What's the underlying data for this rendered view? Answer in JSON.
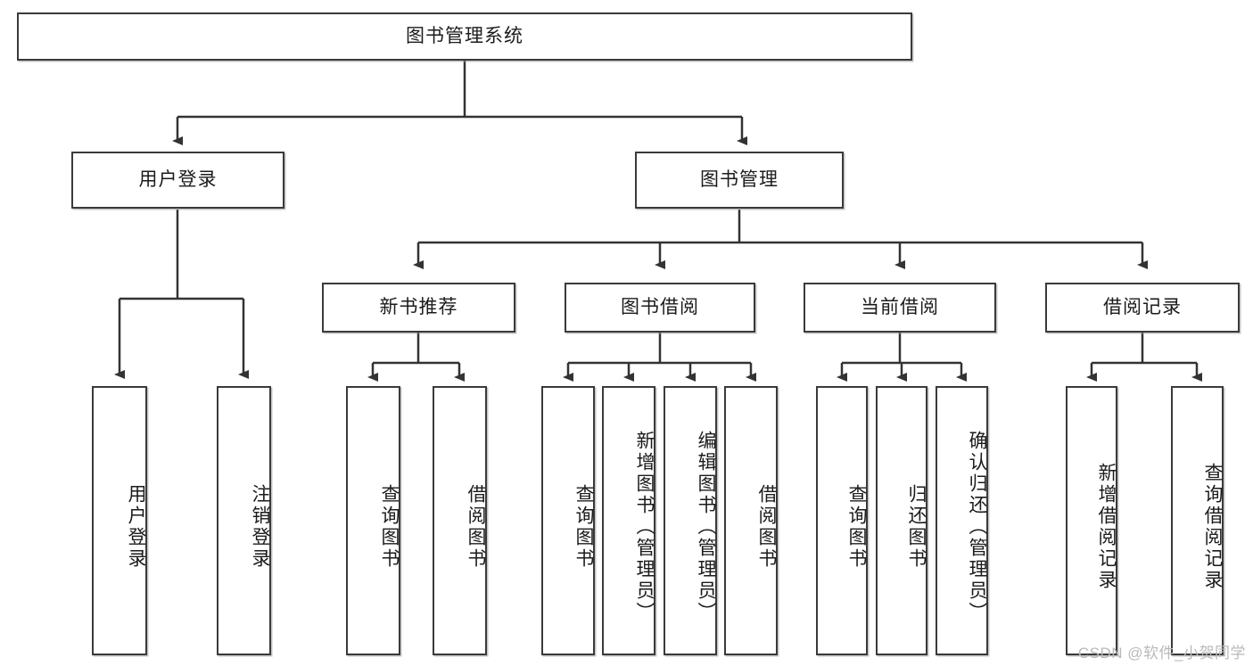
{
  "diagram": {
    "type": "tree-hierarchy",
    "title": "图书管理系统",
    "watermark": "CSDN @软件_小贺同学",
    "colors": {
      "box_border": "#3a3a3a",
      "box_fill": "#ffffff",
      "connector": "#333333",
      "text": "#1b1b1b",
      "watermark": "#b9b9b9"
    },
    "nodes": {
      "root": {
        "label": "图书管理系统",
        "level": 0,
        "orientation": "horizontal"
      },
      "l1": [
        {
          "id": "user-login",
          "label": "用户登录",
          "orientation": "horizontal"
        },
        {
          "id": "book-manage",
          "label": "图书管理",
          "orientation": "horizontal"
        }
      ],
      "l2": [
        {
          "id": "new-book-rec",
          "label": "新书推荐",
          "orientation": "horizontal",
          "parent": "book-manage"
        },
        {
          "id": "book-borrow",
          "label": "图书借阅",
          "orientation": "horizontal",
          "parent": "book-manage"
        },
        {
          "id": "current-borrow",
          "label": "当前借阅",
          "orientation": "horizontal",
          "parent": "book-manage"
        },
        {
          "id": "borrow-record",
          "label": "借阅记录",
          "orientation": "horizontal",
          "parent": "book-manage"
        }
      ],
      "leaves": [
        {
          "id": "leaf-user-login",
          "label": "用户登录",
          "parent": "user-login",
          "orientation": "vertical"
        },
        {
          "id": "leaf-user-logout",
          "label": "注销登录",
          "parent": "user-login",
          "orientation": "vertical"
        },
        {
          "id": "leaf-query-book-1",
          "label": "查询图书",
          "parent": "new-book-rec",
          "orientation": "vertical"
        },
        {
          "id": "leaf-borrow-book-1",
          "label": "借阅图书",
          "parent": "new-book-rec",
          "orientation": "vertical"
        },
        {
          "id": "leaf-query-book-2",
          "label": "查询图书",
          "parent": "book-borrow",
          "orientation": "vertical"
        },
        {
          "id": "leaf-add-book",
          "label": "新增图书（管理员）",
          "parent": "book-borrow",
          "orientation": "vertical"
        },
        {
          "id": "leaf-edit-book",
          "label": "编辑图书（管理员）",
          "parent": "book-borrow",
          "orientation": "vertical"
        },
        {
          "id": "leaf-borrow-book-2",
          "label": "借阅图书",
          "parent": "book-borrow",
          "orientation": "vertical"
        },
        {
          "id": "leaf-query-book-3",
          "label": "查询图书",
          "parent": "current-borrow",
          "orientation": "vertical"
        },
        {
          "id": "leaf-return-book",
          "label": "归还图书",
          "parent": "current-borrow",
          "orientation": "vertical"
        },
        {
          "id": "leaf-confirm-return",
          "label": "确认归还（管理员）",
          "parent": "current-borrow",
          "orientation": "vertical"
        },
        {
          "id": "leaf-add-record",
          "label": "新增借阅记录",
          "parent": "borrow-record",
          "orientation": "vertical"
        },
        {
          "id": "leaf-query-record",
          "label": "查询借阅记录",
          "parent": "borrow-record",
          "orientation": "vertical"
        }
      ]
    }
  }
}
